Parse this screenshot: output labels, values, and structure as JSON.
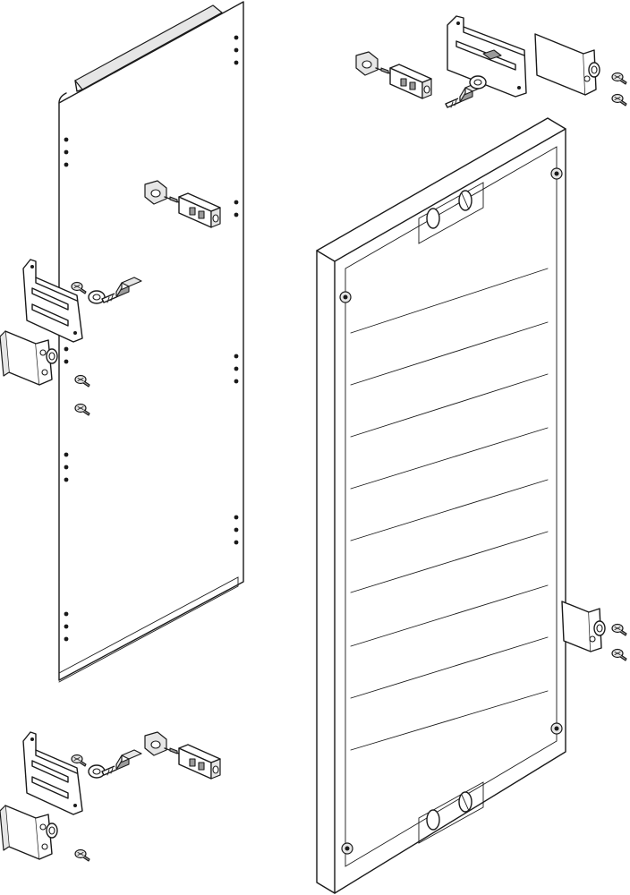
{
  "figure": {
    "kind": "exploded-assembly-line-drawing",
    "colors": {
      "line": "#1a1a1a",
      "face": "#ffffff",
      "shade": "#e6e6e6",
      "metal": "#9a9a9a"
    },
    "parts": [
      {
        "name": "mounting-plate",
        "description_icon": "vertical-perforated-plate"
      },
      {
        "name": "front-cover",
        "description_icon": "framed-cover-with-rails"
      },
      {
        "name": "hinge-bracket",
        "count": 3
      },
      {
        "name": "hinge-leaf",
        "count": 4
      },
      {
        "name": "latch-block",
        "count": 3
      },
      {
        "name": "screw",
        "count": 8
      },
      {
        "name": "bolt",
        "count": 3
      },
      {
        "name": "washer",
        "count": 3
      }
    ]
  }
}
